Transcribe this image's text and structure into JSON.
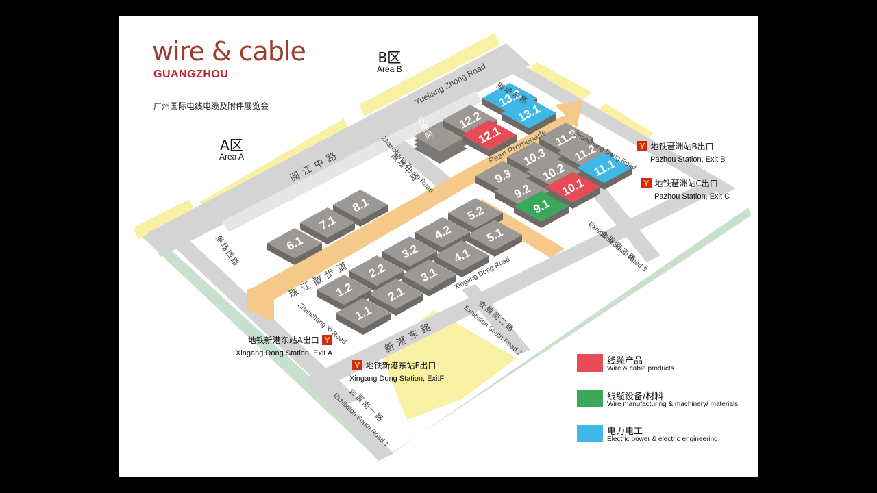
{
  "logo": {
    "wire": "wire",
    "amp": "&",
    "cable": "cable",
    "city": "GUANGZHOU"
  },
  "fair_name": "广州国际电线电缆及附件展览会",
  "areas": [
    {
      "cn": "B区",
      "en": "Area B"
    },
    {
      "cn": "A区",
      "en": "Area A"
    }
  ],
  "roads": {
    "yuejiang_zhong": "Yuejiang Zhong Road",
    "yuejiang_cn": "阅江中路",
    "zhanchang_zhong": "Zhanchang Zhong Road",
    "zhanchang_zhong_cn": "展场中路",
    "zhanchang_dong": "Zhanchang Dong Road",
    "zhanchang_dong_cn": "展场东路",
    "pearl_promenade": "Pearl Promenade",
    "pearl_cn": "珠江散步道",
    "zhanchang_xi": "Zhanchang Xi Road",
    "zhanchang_xi_cn": "展场西路",
    "xingang_dong": "Xingang Dong Road",
    "xingang_cn": "新港东路",
    "exh_south_3": "Exhibition South Road 3",
    "exh_south_3_cn": "会展南三路",
    "exh_south_2": "Exhibition South Road 2",
    "exh_south_2_cn": "会展南二路",
    "exh_south_1": "Exhibition South Road 1",
    "exh_south_1_cn": "会展南一路",
    "gongneng_cn": "功能区"
  },
  "halls": [
    {
      "id": "13.2",
      "category": "power"
    },
    {
      "id": "13.1",
      "category": "power"
    },
    {
      "id": "12.2",
      "category": "none"
    },
    {
      "id": "12.1",
      "category": "wire"
    },
    {
      "id": "11.3",
      "category": "none"
    },
    {
      "id": "11.2",
      "category": "none"
    },
    {
      "id": "11.1",
      "category": "power"
    },
    {
      "id": "10.3",
      "category": "none"
    },
    {
      "id": "10.2",
      "category": "none"
    },
    {
      "id": "10.1",
      "category": "wire"
    },
    {
      "id": "9.3",
      "category": "none"
    },
    {
      "id": "9.2",
      "category": "none"
    },
    {
      "id": "9.1",
      "category": "machinery"
    },
    {
      "id": "8.1",
      "category": "none"
    },
    {
      "id": "7.1",
      "category": "none"
    },
    {
      "id": "6.1",
      "category": "none"
    },
    {
      "id": "5.2",
      "category": "none"
    },
    {
      "id": "5.1",
      "category": "none"
    },
    {
      "id": "4.2",
      "category": "none"
    },
    {
      "id": "4.1",
      "category": "none"
    },
    {
      "id": "3.2",
      "category": "none"
    },
    {
      "id": "3.1",
      "category": "none"
    },
    {
      "id": "2.2",
      "category": "none"
    },
    {
      "id": "2.1",
      "category": "none"
    },
    {
      "id": "1.2",
      "category": "none"
    },
    {
      "id": "1.1",
      "category": "none"
    }
  ],
  "stations": [
    {
      "cn": "地铁琶洲站B出口",
      "en": "Pazhou Station, Exit B"
    },
    {
      "cn": "地铁琶洲站C出口",
      "en": "Pazhou Station, Exit C"
    },
    {
      "cn": "地铁新港东站A出口",
      "en": "Xingang Dong Station, Exit A"
    },
    {
      "cn": "地铁新港东站F出口",
      "en": "Xingang Dong Station, ExitF"
    }
  ],
  "legend": [
    {
      "cn": "线缆产品",
      "en": "Wire & cable products",
      "color": "#e84b55"
    },
    {
      "cn": "线缆设备/材料",
      "en": "Wire manufacturing & machinery/ materials",
      "color": "#3aa85a"
    },
    {
      "cn": "电力电工",
      "en": "Electric power & electric engineering",
      "color": "#3db8e8"
    }
  ],
  "colors": {
    "wire": "#e84b55",
    "machinery": "#3aa85a",
    "power": "#3db8e8",
    "none": "#9d9894",
    "road": "#d4d4d4",
    "promenade": "#f5c98a",
    "park": "#f8f0a3",
    "border": "#c8e0cc"
  }
}
